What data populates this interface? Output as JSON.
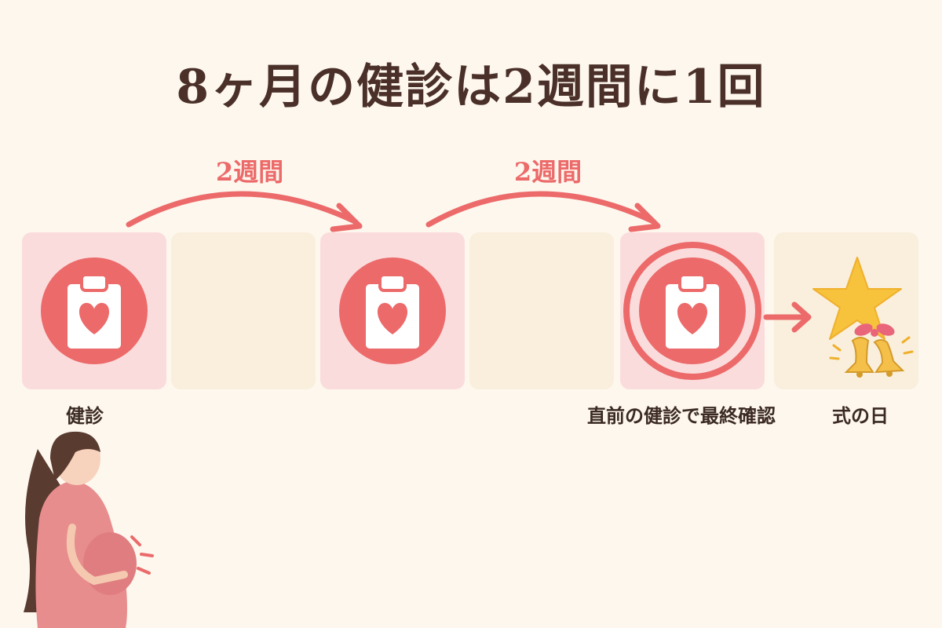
{
  "title": "8ヶ月の健診は2週間に1回",
  "interval_labels": [
    "2週間",
    "2週間"
  ],
  "step_labels": {
    "first_checkup": "健診",
    "final_checkup": "直前の健診で最終確認",
    "ceremony_day": "式の日"
  },
  "timeline": [
    {
      "type": "checkup"
    },
    {
      "type": "empty"
    },
    {
      "type": "checkup"
    },
    {
      "type": "empty"
    },
    {
      "type": "final-checkup"
    },
    {
      "type": "ceremony"
    }
  ],
  "icons": {
    "checkup": "clipboard-heart-icon",
    "ceremony": "star-bells-icon",
    "person": "pregnant-woman-illustration"
  },
  "colors": {
    "accent": "#ec6a6a",
    "pink_tile": "#fbdcdc",
    "cream_tile": "#f9efdc",
    "title": "#4a3028",
    "star": "#f7c23c"
  }
}
